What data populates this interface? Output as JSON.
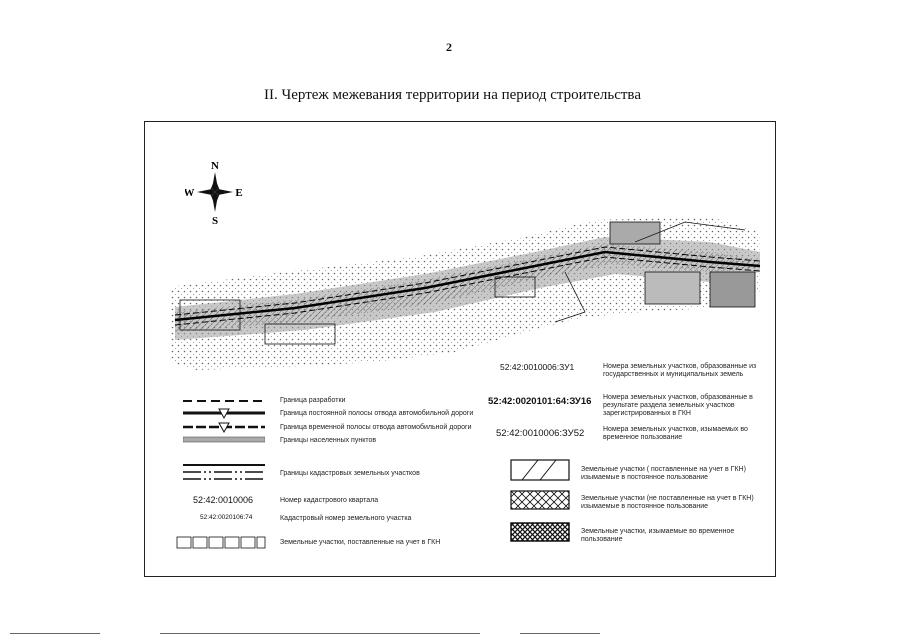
{
  "page_number": "2",
  "title": "II. Чертеж межевания территории на период строительства",
  "compass": {
    "n": "N",
    "s": "S",
    "w": "W",
    "e": "E"
  },
  "legend_left": {
    "boundary_dev": "Граница разработки",
    "permanent_strip": "Граница постоянной полосы отвода автомобильной дороги",
    "temporary_strip": "Граница временной полосы отвода автомобильной дороги",
    "settlements": "Границы населенных пунктов",
    "cadastral_boundaries": "Границы кадастровых земельных участков",
    "quarter_code": "52:42:0010006",
    "quarter_label": "Номер кадастрового квартала",
    "parcel_code": "52:42:0020106:74",
    "parcel_label": "Кадастровый номер земельного участка",
    "registered_label": "Земельные участки, поставленные на учет в ГКН"
  },
  "legend_right": {
    "code1": "52:42:0010006:ЗУ1",
    "label1": "Номера земельных участков, образованные из государственных и муниципальных земель",
    "code2": "52:42:0020101:64:ЗУ16",
    "label2": "Номера земельных участков, образованные в результате раздела земельных участков зарегистрированных в ГКН",
    "code3": "52:42:0010006:ЗУ52",
    "label3": "Номера земельных участков, изымаемых во временное пользование",
    "hatch1": "Земельные участки ( поставленные на учет в ГКН) изымаемые в постоянное пользование",
    "hatch2": "Земельные участки (не поставленные на учет в ГКН) изымаемые в постоянное пользование",
    "hatch3": "Земельные участки, изымаемые во временное пользование"
  }
}
